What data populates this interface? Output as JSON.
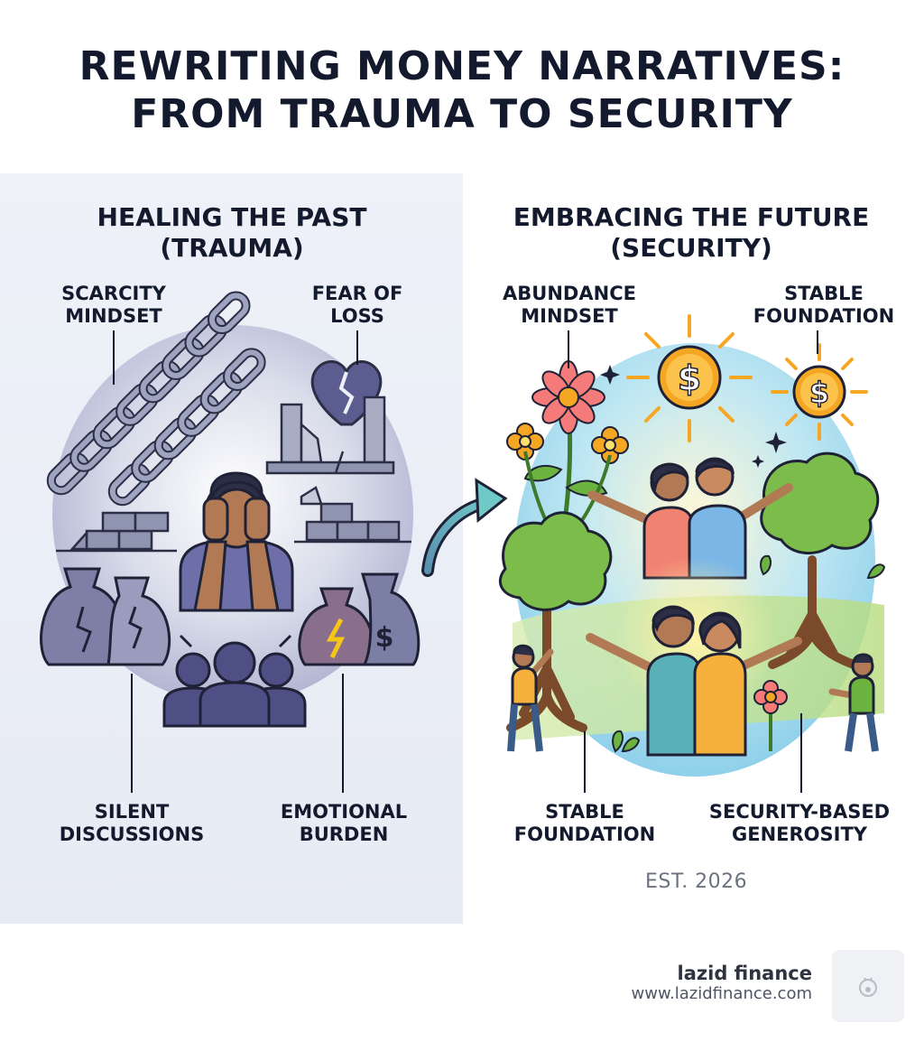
{
  "title": {
    "line1": "REWRITING MONEY NARRATIVES:",
    "line2": "FROM TRAUMA TO SECURITY"
  },
  "past": {
    "heading_line1": "HEALING THE PAST",
    "heading_line2": "(TRAUMA)",
    "labels": {
      "scarcity_1": "SCARCITY",
      "scarcity_2": "MINDSET",
      "fear_1": "FEAR OF",
      "fear_2": "LOSS",
      "silent_1": "SILENT",
      "silent_2": "DISCUSSIONS",
      "burden_1": "EMOTIONAL",
      "burden_2": "BURDEN"
    }
  },
  "future": {
    "heading_line1": "EMBRACING THE FUTURE",
    "heading_line2": "(SECURITY)",
    "labels": {
      "abundance_1": "ABUNDANCE",
      "abundance_2": "MINDSET",
      "stable_top_1": "STABLE",
      "stable_top_2": "FOUNDATION",
      "stable_bottom_1": "STABLE",
      "stable_bottom_2": "FOUNDATION",
      "generosity_1": "SECURITY-BASED",
      "generosity_2": "GENEROSITY"
    },
    "sun_symbol": "$"
  },
  "money_symbol": "$",
  "est": "EST. 2026",
  "brand": {
    "name": "lazid finance",
    "url": "www.lazidfinance.com"
  },
  "colors": {
    "ink": "#141a2e",
    "trauma_purple": "#5b5c8f",
    "sun_orange": "#f5a623",
    "tree_green": "#6cb33f",
    "sky_blue": "#9fd8f0"
  }
}
